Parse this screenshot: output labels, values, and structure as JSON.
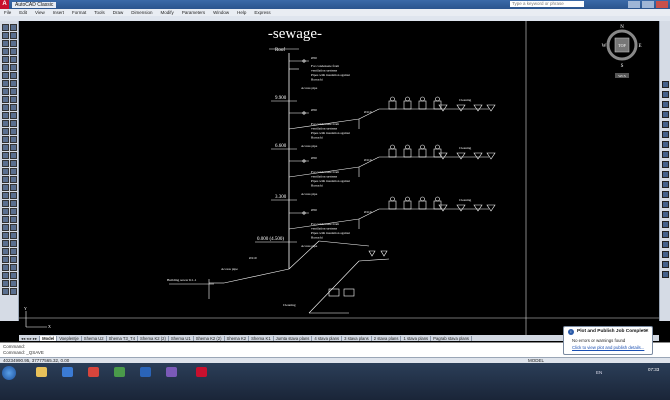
{
  "app": {
    "logo": "A",
    "workspace": "AutoCAD Classic",
    "window_title": "",
    "search_placeholder": "Type a keyword or phrase"
  },
  "menu": [
    "File",
    "Edit",
    "View",
    "Insert",
    "Format",
    "Tools",
    "Draw",
    "Dimension",
    "Modify",
    "Parameters",
    "Window",
    "Help",
    "Express"
  ],
  "viewcube": {
    "n": "N",
    "s": "S",
    "e": "E",
    "w": "W",
    "top": "TOP",
    "wcs": "WCS"
  },
  "drawing": {
    "title": "-sewage-",
    "levels": [
      "Roof",
      "9.900",
      "6.600",
      "3.300",
      "0.000 (4.500)"
    ],
    "labels": {
      "condensate1": "For condensate from",
      "condensate2": "ventilation systems",
      "insulation1": "Pipes with insulation against",
      "insulation2": "Barrachi",
      "access_pipe": "Access pipe",
      "cleaning": "Cleaning",
      "building_sewer": "Building sewer K1-1",
      "access_pipe_bottom": "Access pipe",
      "diam_110": "Ø110",
      "diam_50": "Ø50"
    }
  },
  "tabs": [
    "Model",
    "Voeplentje",
    "Shema U2",
    "Shema T3_T4",
    "Shema K2 (2)",
    "Shema U1",
    "Shema K2 (2)",
    "Shema K2",
    "Shema K1",
    "Jumta stava plans",
    "4 stava plans",
    "3 stava plans",
    "2 stava plans",
    "1 stava plans",
    "Pagrab stava plans"
  ],
  "active_tab": "Model",
  "command": {
    "line1": "Command:",
    "line2": "Command: _QSAVE"
  },
  "status": {
    "coords": "40234990.95, 37777565.32, 0.00",
    "model": "MODEL"
  },
  "notification": {
    "title": "Plot and Publish Job Complete",
    "message": "No errors or warnings found",
    "link": "Click to view plot and publish details..."
  },
  "clock": {
    "time": "07:33"
  },
  "tray_lang": "EN"
}
